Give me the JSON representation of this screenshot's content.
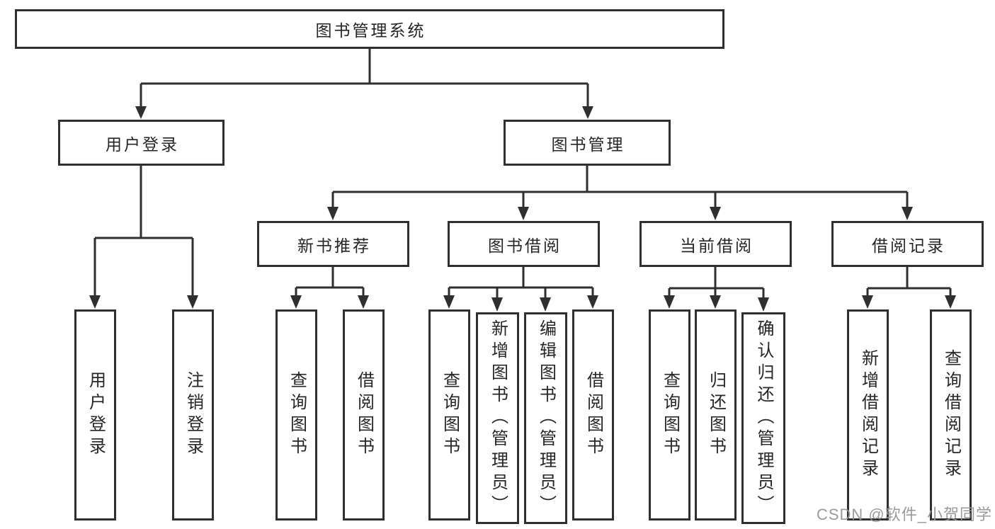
{
  "tree": {
    "label": "图书管理系统",
    "children": [
      {
        "label": "用户登录",
        "children": [
          {
            "label": "用户登录"
          },
          {
            "label": "注销登录"
          }
        ]
      },
      {
        "label": "图书管理",
        "children": [
          {
            "label": "新书推荐",
            "children": [
              {
                "label": "查询图书"
              },
              {
                "label": "借阅图书"
              }
            ]
          },
          {
            "label": "图书借阅",
            "children": [
              {
                "label": "查询图书"
              },
              {
                "label": "新增图书（管理员）"
              },
              {
                "label": "编辑图书（管理员）"
              },
              {
                "label": "借阅图书"
              }
            ]
          },
          {
            "label": "当前借阅",
            "children": [
              {
                "label": "查询图书"
              },
              {
                "label": "归还图书"
              },
              {
                "label": "确认归还（管理员）"
              }
            ]
          },
          {
            "label": "借阅记录",
            "children": [
              {
                "label": "新增借阅记录"
              },
              {
                "label": "查询借阅记录"
              }
            ]
          }
        ]
      }
    ]
  },
  "watermark": {
    "text": "CSDN @软件_小贺同学"
  },
  "colors": {
    "background": "#ffffff",
    "box_border": "#2f2f2f",
    "line": "#2f2f2f",
    "text": "#262626",
    "watermark": "#949699"
  }
}
